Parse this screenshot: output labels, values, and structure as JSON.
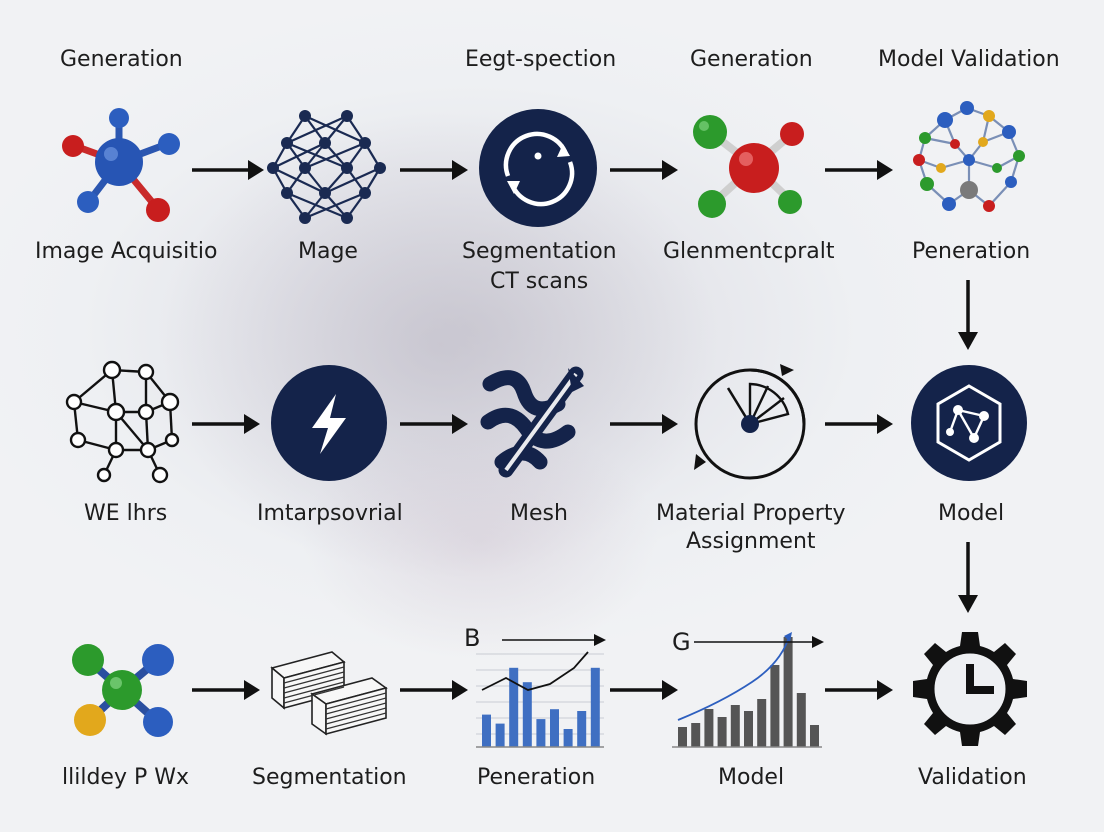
{
  "top_labels": [
    "Generation",
    "Eegt-spection",
    "Generation",
    "Model Validation"
  ],
  "row1_labels": [
    "Image Acquisitio",
    "Mage",
    "Segmentation",
    "CT scans",
    "Glenmentcpralt",
    "Peneration"
  ],
  "row2_labels": [
    "WE lhrs",
    "Imtarpsovrial",
    "Mesh",
    "Material Property",
    "Assignment",
    "Model"
  ],
  "row3_labels": [
    "llildey P Wx",
    "Segmentation",
    "Peneration",
    "Model",
    "Validation"
  ],
  "chart_b_letter": "B",
  "chart_g_letter": "G",
  "chart_data": [
    {
      "type": "bar",
      "title": "B",
      "values": [
        36,
        26,
        88,
        72,
        31,
        42,
        20,
        40,
        88
      ],
      "color": "#3f6fc2",
      "ylim": [
        0,
        100
      ]
    },
    {
      "type": "bar",
      "title": "G",
      "values": [
        20,
        24,
        38,
        30,
        42,
        36,
        48,
        82,
        110,
        54,
        22
      ],
      "color": "#555555",
      "ylim": [
        0,
        110
      ]
    }
  ],
  "colors": {
    "navy": "#14234a",
    "blue": "#2d5fbf",
    "red": "#c81e1e",
    "green": "#2c9a2c",
    "yellow": "#e2a81c"
  }
}
